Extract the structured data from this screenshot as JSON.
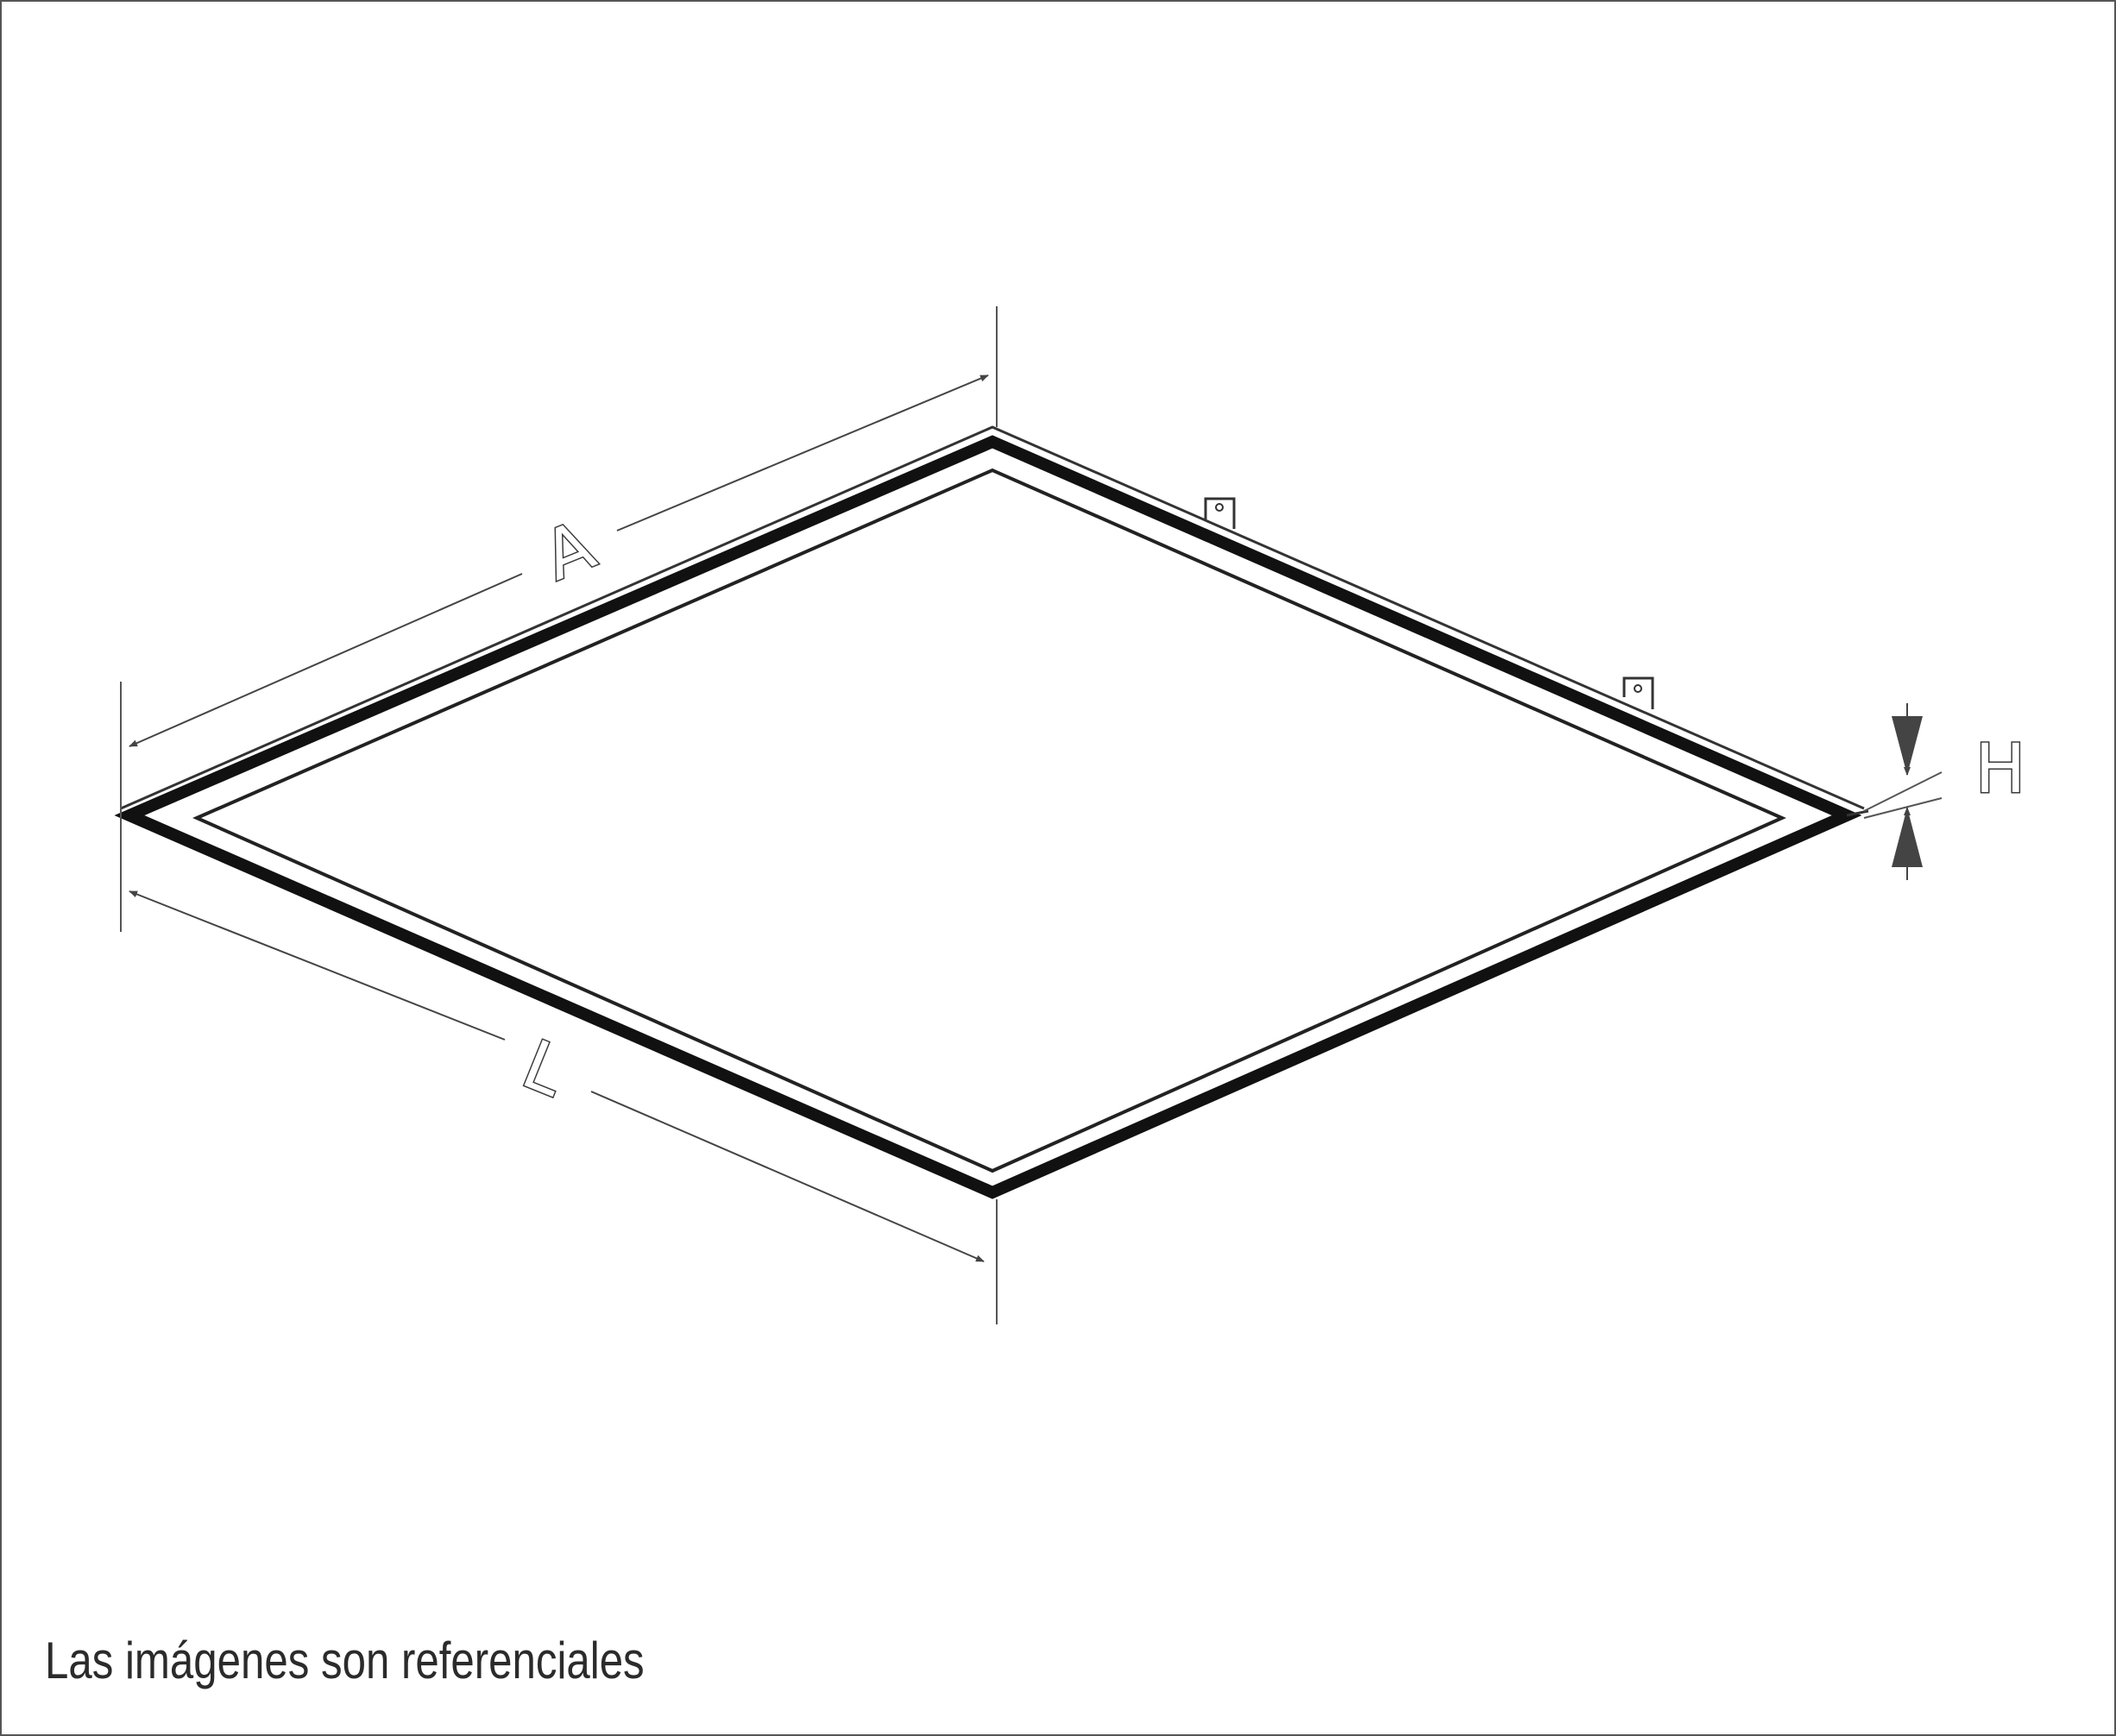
{
  "diagram": {
    "dimensions": {
      "length_label": "L",
      "width_label": "A",
      "height_label": "H"
    }
  },
  "caption": "Las imágenes son referenciales"
}
